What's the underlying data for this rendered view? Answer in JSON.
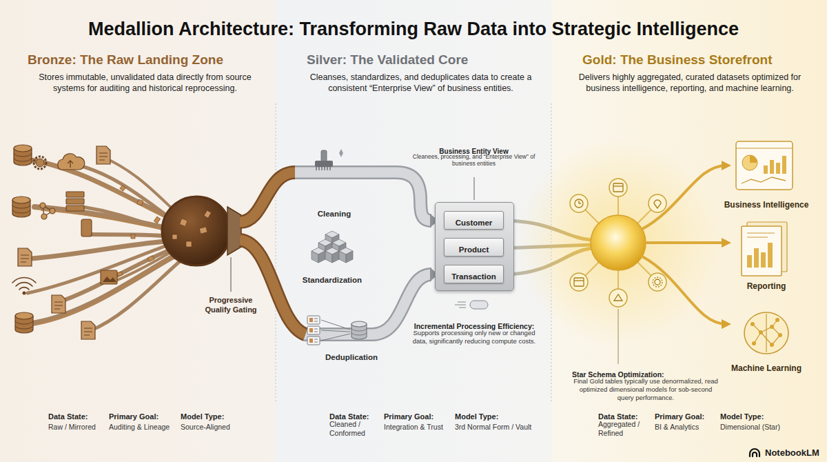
{
  "diagram": {
    "title": "Medallion Architecture: Transforming Raw Data into Strategic Intelligence",
    "nodes": [
      {
        "text": [
          "Bronze: The Raw Landing Zone",
          "Stores immutable, unvalidated data directly from source systems for auditing and historical reprocessing."
        ]
      },
      {
        "text": [
          "Silver: The Validated Core",
          "Cleanses, standardizes, and deduplicates data to create a consistent “Enterprise View” of business entities."
        ]
      },
      {
        "text": [
          "Gold: The Business Storefront",
          "Delivers highly aggregated, curated datasets optimized for business intelligence, reporting, and machine learning."
        ]
      },
      {
        "text": [
          "Business Entity View",
          "Cleanees, processing, and “Enterprise View” of business entities"
        ],
        "in": 1
      },
      {
        "text": [
          "Customer"
        ],
        "in": 3
      },
      {
        "text": [
          "Product"
        ],
        "in": 3
      },
      {
        "text": [
          "Transaction"
        ],
        "in": 3
      }
    ],
    "labels": [
      "Progressive Qualify Gating",
      "Cleaning",
      "Standardization",
      "Deduplication",
      "Incremental Processing Efficiency:",
      "Supports processing only new or changed data, significantly reducing compute costs.",
      "Star Schema Optimization:",
      "Final Gold tables typically use denormalized, read optimized dimensional models for sob-second query performance.",
      "Business Intelligence",
      "Reporting",
      "Machine Learning",
      "Data State:",
      "Raw / Mirrored",
      "Primary Goal:",
      "Auditing & Lineage",
      "Model Type:",
      "Source-Aligned",
      "Data State:",
      "Cleaned / Conformed",
      "Primary Goal:",
      "Integration & Trust",
      "Model Type:",
      "3rd Normal Form / Vault",
      "Data State:",
      "Aggregated / Refined",
      "Primary Goal:",
      "BI & Analytics",
      "Model Type:",
      "Dimensional (Star)",
      "NotebookLM"
    ]
  }
}
